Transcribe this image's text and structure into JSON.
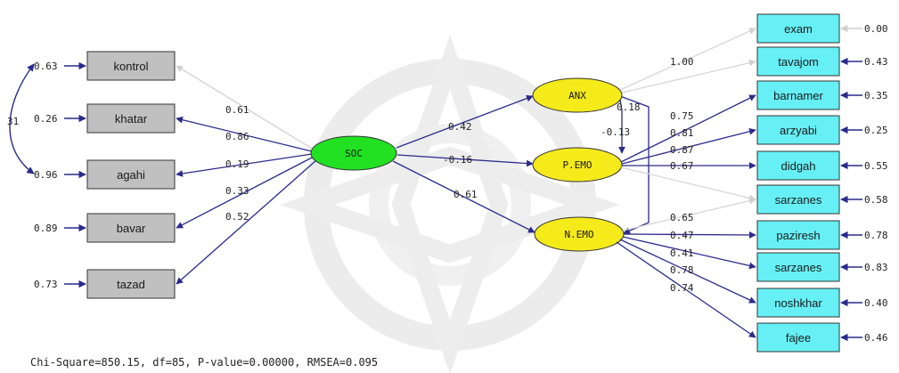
{
  "latent": {
    "soc": "SOC",
    "anx": "ANX",
    "pemo": "P.EMO",
    "nemo": "N.EMO"
  },
  "left_indicators": [
    {
      "label": "kontrol",
      "loading": "0.61",
      "error": "0.63"
    },
    {
      "label": "khatar",
      "loading": "0.86",
      "error": "0.26"
    },
    {
      "label": "agahi",
      "loading": "0.19",
      "error": "0.96"
    },
    {
      "label": "bavar",
      "loading": "0.33",
      "error": "0.89"
    },
    {
      "label": "tazad",
      "loading": "0.52",
      "error": "0.73"
    }
  ],
  "left_covariance": "31",
  "paths": {
    "soc_anx": "0.42",
    "soc_pemo": "-0.16",
    "soc_nemo": "0.61",
    "anx_nemo": "0.18",
    "anx_pemo": "-0.13"
  },
  "right_indicators": [
    {
      "label": "exam",
      "loading": "1.00",
      "error": "0.00"
    },
    {
      "label": "tavajom",
      "loading": "",
      "error": "0.43"
    },
    {
      "label": "barnamer",
      "loading": "0.75",
      "error": "0.35"
    },
    {
      "label": "arzyabi",
      "loading": "0.81",
      "error": "0.25"
    },
    {
      "label": "didgah",
      "loading": "0.87",
      "error": "0.55"
    },
    {
      "label": "sarzanes",
      "loading": "0.67",
      "error": "0.58"
    },
    {
      "label": "paziresh",
      "loading": "0.65",
      "error": "0.78"
    },
    {
      "label": "sarzanes",
      "loading": "0.47",
      "error": "0.83"
    },
    {
      "label": "noshkhar",
      "loading": "0.41",
      "error": "0.40"
    },
    {
      "label": "fajee",
      "loading": "0.78",
      "error": "0.46"
    }
  ],
  "extra_loading": "0.74",
  "fit_stats": "Chi-Square=850.15, df=85, P-value=0.00000, RMSEA=0.095",
  "colors": {
    "observed_left": "#c0c0c0",
    "observed_right": "#66f0f5",
    "soc": "#22e022",
    "endogenous": "#f5ea1a",
    "arrow": "#2a2a8c",
    "arrow_light": "#d6d6d6",
    "watermark": "#dedede"
  }
}
